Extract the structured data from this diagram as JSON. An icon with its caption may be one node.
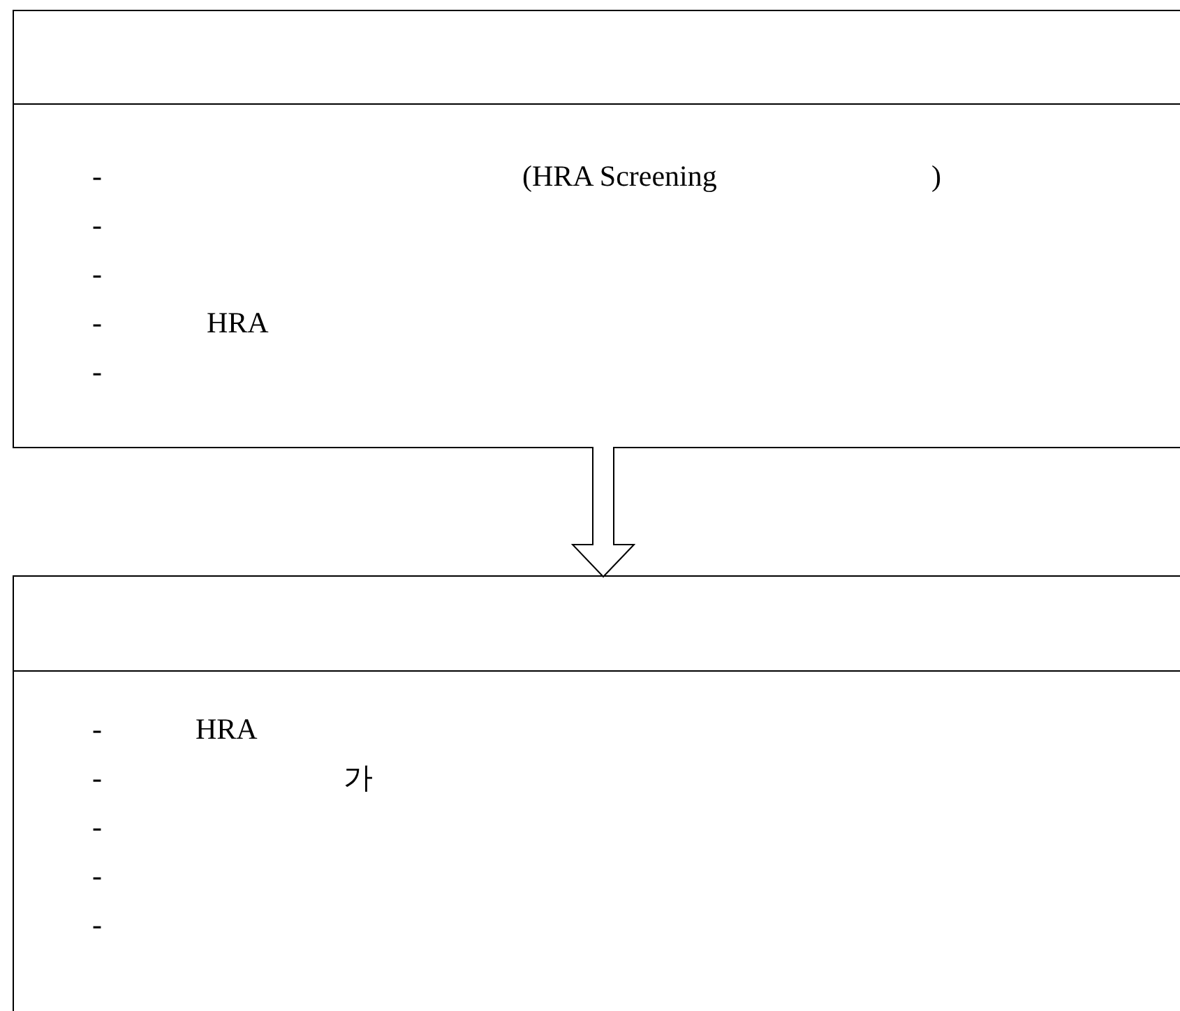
{
  "diagram": {
    "nodes": [
      {
        "text": [
          "-",
          "(HRA Screening",
          ")",
          "-",
          "-",
          "-",
          "HRA",
          "-"
        ]
      },
      {
        "text": [
          "-",
          "HRA",
          "-",
          "가",
          "-",
          "-",
          "-"
        ]
      }
    ],
    "edges": [
      {
        "from": 0,
        "to": 1,
        "arrow": "to"
      }
    ]
  }
}
